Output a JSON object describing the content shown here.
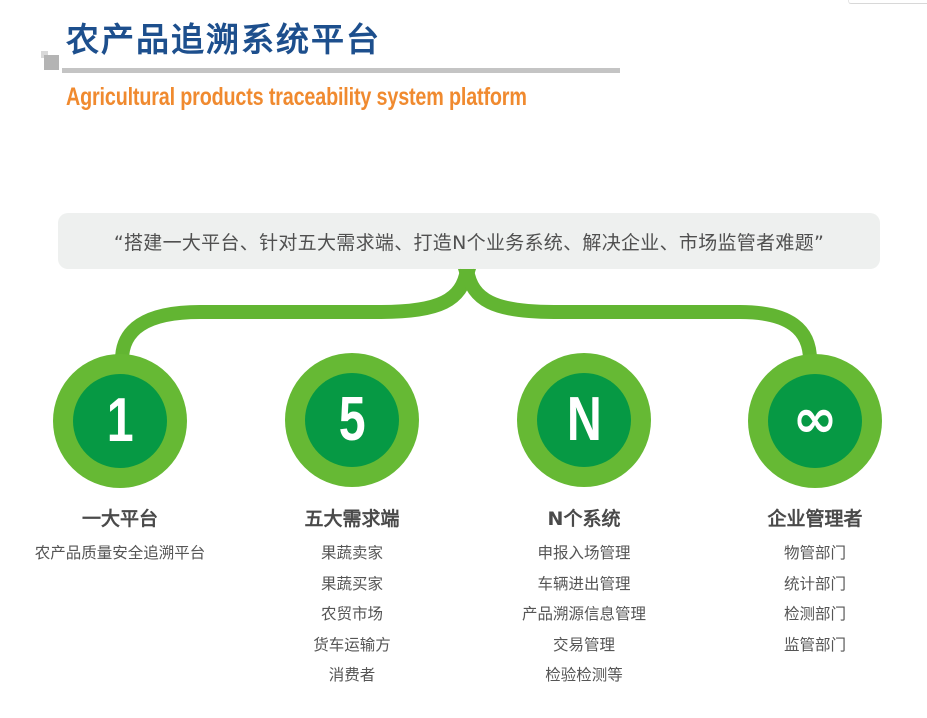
{
  "header": {
    "title_cn": "农产品追溯系统平台",
    "title_en": "Agricultural products traceability system platform"
  },
  "banner": {
    "text": "“搭建一大平台、针对五大需求端、打造N个业务系统、解决企业、市场监管者难题”"
  },
  "colors": {
    "title_blue": "#1d4f8d",
    "subtitle_orange": "#f08a2f",
    "ring_green": "#66b934",
    "core_green": "#069944",
    "banner_bg": "#eef0ef",
    "text_gray": "#555555"
  },
  "nodes": [
    {
      "glyph": "1",
      "icon": "number-one-icon",
      "title": "一大平台",
      "items": [
        "农产品质量安全追溯平台"
      ]
    },
    {
      "glyph": "5",
      "icon": "number-five-icon",
      "title": "五大需求端",
      "items": [
        "果蔬卖家",
        "果蔬买家",
        "农贸市场",
        "货车运输方",
        "消费者"
      ]
    },
    {
      "glyph": "N",
      "icon": "letter-n-icon",
      "title": "N个系统",
      "items": [
        "申报入场管理",
        "车辆进出管理",
        "产品溯源信息管理",
        "交易管理",
        "检验检测等"
      ]
    },
    {
      "glyph": "∞",
      "icon": "infinity-icon",
      "title": "企业管理者",
      "items": [
        "物管部门",
        "统计部门",
        "检测部门",
        "监管部门"
      ]
    }
  ]
}
